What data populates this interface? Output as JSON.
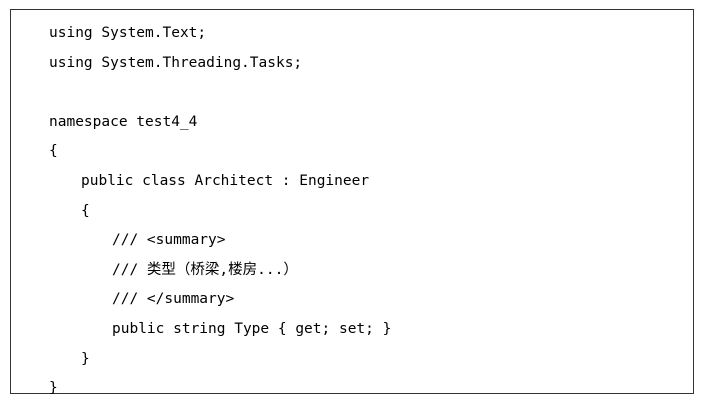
{
  "code": {
    "lines": [
      "using System.Text;",
      "using System.Threading.Tasks;",
      "",
      "namespace test4_4",
      "{",
      "public class Architect : Engineer",
      "{",
      "/// <summary>",
      "/// 类型（桥梁,楼房...）",
      "/// </summary>",
      "public string Type { get; set; }",
      "}",
      "}"
    ]
  }
}
